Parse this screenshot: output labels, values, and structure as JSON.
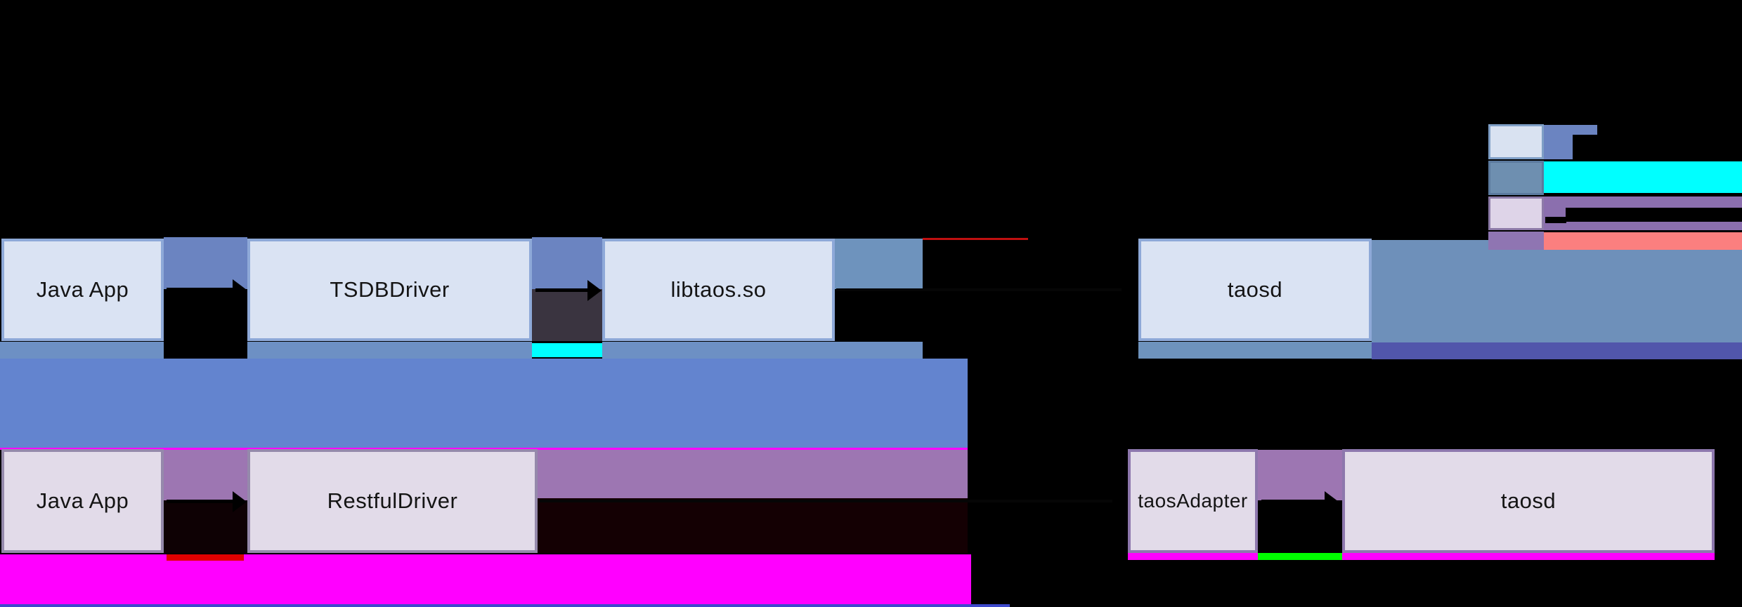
{
  "diagram_title": "",
  "jni_flow": {
    "app_label": "Java App",
    "driver_label": "TSDBDriver",
    "library_label": "libtaos.so",
    "server_label": "taosd"
  },
  "restful_flow": {
    "app_label": "Java App",
    "driver_label": "RestfulDriver",
    "adapter_label": "taosAdapter",
    "server_label": "taosd"
  },
  "legend": {
    "swatches": [
      {
        "name": "light-blue-box-swatch",
        "fill": "#d9e2f1",
        "border": "#7f9fc6"
      },
      {
        "name": "steel-blue-swatch",
        "fill": "#6e8fb0",
        "border": "#5b7a9e"
      },
      {
        "name": "lavender-box-swatch",
        "fill": "#ded4e8",
        "border": "#8d7ba8"
      },
      {
        "name": "purple-swatch",
        "fill": "#8f75b2",
        "border": "#7d659f"
      }
    ],
    "note": "legend label text is black on black background (not legible)"
  },
  "colors": {
    "background": "#000000",
    "box_light_fill": "#dae3f3",
    "box_light_border": "#8ea9d8",
    "box_lavender_fill": "#e2dbe9",
    "box_lavender_border": "#9589ab",
    "connector_blue": "#6b84c1",
    "connector_steel": "#6e93bd",
    "steel_rectangle": "#6e90ba",
    "inter_row_blue": "#6384cf",
    "connector_purple": "#9d76b2",
    "legend_purple_band": "#8b6fae",
    "violet_strip": "#5156ab",
    "under_strip_blue": "#6d90c4",
    "cyan": "#00ffff",
    "magenta": "#ff00ff",
    "green": "#00ff00",
    "red": "#e00000",
    "red_line": "#c01010",
    "salmon": "#fb7f7f",
    "dark_gray_region": "#3a3440",
    "dark_maroon_region": "#140003",
    "bottom_blue_line": "#3d49cc",
    "text": "#141414"
  }
}
